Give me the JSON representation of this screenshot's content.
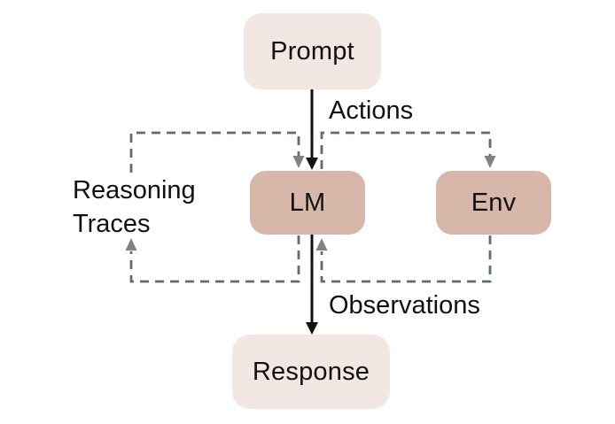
{
  "diagram": {
    "description": "Agent loop diagram: a prompt feeds a language model that interleaves reasoning traces with actions on an environment, receiving observations, and finally emits a response.",
    "nodes": {
      "prompt": {
        "label": "Prompt",
        "style": "light"
      },
      "lm": {
        "label": "LM",
        "style": "dark"
      },
      "env": {
        "label": "Env",
        "style": "dark"
      },
      "response": {
        "label": "Response",
        "style": "light"
      }
    },
    "edge_labels": {
      "actions": "Actions",
      "observations": "Observations",
      "reasoning_traces": "Reasoning\nTraces"
    },
    "edges": [
      {
        "from": "prompt",
        "to": "lm",
        "style": "solid-black-arrow"
      },
      {
        "from": "lm",
        "to": "response",
        "style": "solid-black-arrow"
      },
      {
        "from": "lm",
        "to": "reasoning_traces",
        "style": "dashed-gray-arrow",
        "label": ""
      },
      {
        "from": "reasoning_traces",
        "to": "lm",
        "style": "dashed-gray-arrow",
        "label": ""
      },
      {
        "from": "lm",
        "to": "env",
        "style": "dashed-gray-arrow",
        "label": "Actions"
      },
      {
        "from": "env",
        "to": "lm",
        "style": "dashed-gray-arrow",
        "label": "Observations"
      }
    ]
  },
  "colors": {
    "node-light": "#f2e7e2",
    "node-dark": "#d8b7ab",
    "dash": "#5c6d75",
    "arrow-gray": "#828282",
    "arrow-black": "#111111",
    "text": "#111111",
    "background": "#ffffff"
  }
}
